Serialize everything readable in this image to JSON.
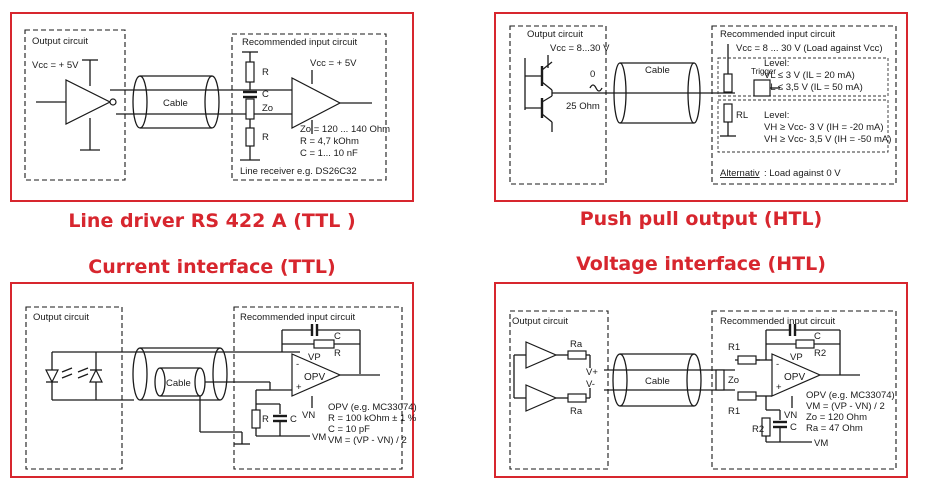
{
  "panels": {
    "rs422": {
      "heading": "Line driver RS 422 A (TTL )",
      "output_circuit": "Output circuit",
      "recommended_input": "Recommended input circuit",
      "vcc_left": "Vcc = + 5V",
      "vcc_right": "Vcc = + 5V",
      "cable": "Cable",
      "r_top": "R",
      "c": "C",
      "zo": "Zo",
      "r_bottom": "R",
      "spec_zo": "Zo = 120 ... 140 Ohm",
      "spec_r": "R = 4,7 kOhm",
      "spec_c": "C = 1... 10 nF",
      "receiver": "Line receiver e.g. DS26C32"
    },
    "pushpull": {
      "heading": "Push pull output (HTL)",
      "output_circuit": "Output circuit",
      "vcc": "Vcc = 8...30 V",
      "zero": "0",
      "ohm": "25 Ohm",
      "cable": "Cable",
      "recommended_input": "Recommended input circuit",
      "vcc_load": "Vcc = 8 ... 30 V (Load against Vcc)",
      "level_top": "Level:",
      "vl1": "VL ≤ 3 V (IL = 20 mA)",
      "vl2": "VL ≤ 3,5 V (IL = 50 mA)",
      "trigger": "Trigger",
      "rl": "RL",
      "level_bottom": "Level:",
      "vh1": "VH ≥ Vcc- 3 V (IH = -20 mA)",
      "vh2": "VH ≥ Vcc- 3,5 V (IH = -50 mA)",
      "alternativ": "Alternativ",
      "alternativ_rest": ": Load against 0 V"
    },
    "current": {
      "heading": "Current interface (TTL)",
      "output_circuit": "Output circuit",
      "recommended_input": "Recommended input circuit",
      "cable": "Cable",
      "c_top": "C",
      "r_top": "R",
      "vp": "VP",
      "opv": "OPV",
      "minus": "-",
      "plus": "+",
      "vn": "VN",
      "vm": "VM",
      "r_low": "R",
      "c_low": "C",
      "spec1": "OPV (e.g. MC33074)",
      "spec2": "R = 100 kOhm ± 1 %",
      "spec3": "C = 10 pF",
      "spec4": "VM = (VP - VN) / 2"
    },
    "voltage": {
      "heading": "Voltage interface (HTL)",
      "output_circuit": "Output circuit",
      "recommended_input": "Recommended input circuit",
      "ra_top": "Ra",
      "ra_bottom": "Ra",
      "vplus": "V+",
      "vminus": "V-",
      "cable": "Cable",
      "r1_top": "R1",
      "zo": "Zo",
      "r1_bottom": "R1",
      "c_top": "C",
      "r2_top": "R2",
      "vp": "VP",
      "opv": "OPV",
      "minus": "-",
      "plus": "+",
      "vn": "VN",
      "r2_low": "R2",
      "c_low": "C",
      "vm": "VM",
      "spec1": "OPV (e.g. MC33074)",
      "spec2": "VM = (VP - VN) / 2",
      "spec3": "Zo = 120 Ohm",
      "spec4": "Ra = 47 Ohm"
    }
  }
}
